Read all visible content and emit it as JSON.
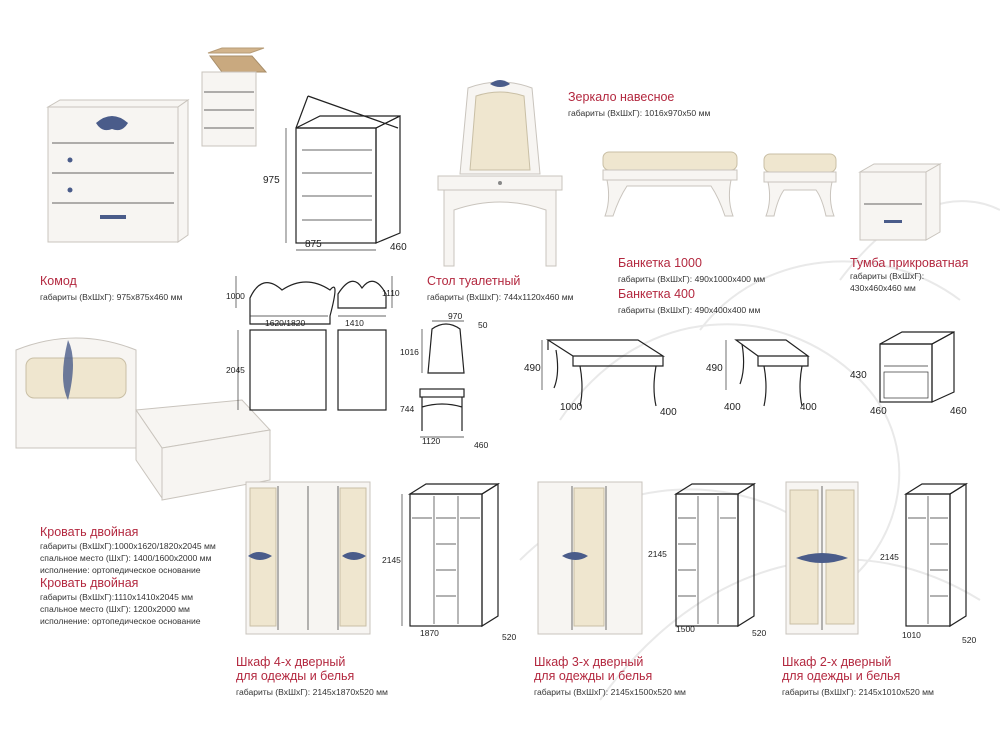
{
  "colors": {
    "title": "#b3283f",
    "text": "#333333",
    "furniture": "#f7f5f2",
    "ornament": "#4a5c8a"
  },
  "items": {
    "komod": {
      "title": "Комод",
      "spec": "габариты (ВхШхГ): 975х875х460 мм"
    },
    "mirror": {
      "title": "Зеркало навесное",
      "spec": "габариты (ВхШхГ): 1016х970х50 мм"
    },
    "table": {
      "title": "Стол туалетный",
      "spec": "габариты (ВхШхГ): 744х1120х460 мм"
    },
    "bench1000": {
      "title": "Банкетка 1000",
      "spec": "габариты (ВхШхГ): 490х1000х400 мм"
    },
    "bench400": {
      "title": "Банкетка 400",
      "spec": "габариты (ВхШхГ): 490х400х400 мм"
    },
    "tumba": {
      "title": "Тумба прикроватная",
      "spec1": "габариты (ВхШхГ):",
      "spec2": "430х460х460 мм"
    },
    "bed1": {
      "title": "Кровать двойная",
      "spec1": "габариты (ВхШхГ):1000х1620/1820х2045 мм",
      "spec2": "спальное место (ШхГ): 1400/1600х2000 мм",
      "spec3": "исполнение: ортопедическое основание"
    },
    "bed2": {
      "title": "Кровать двойная",
      "spec1": "габариты (ВхШхГ):1110х1410х2045 мм",
      "spec2": "спальное место (ШхГ): 1200х2000 мм",
      "spec3": "исполнение: ортопедическое основание"
    },
    "wardrobe4": {
      "title1": "Шкаф 4-х дверный",
      "title2": "для одежды и белья",
      "spec": "габариты (ВхШхГ): 2145х1870х520 мм"
    },
    "wardrobe3": {
      "title1": "Шкаф 3-х дверный",
      "title2": "для одежды и белья",
      "spec": "габариты (ВхШхГ): 2145х1500х520 мм"
    },
    "wardrobe2": {
      "title1": "Шкаф 2-х дверный",
      "title2": "для одежды и белья",
      "spec": "габариты (ВхШхГ): 2145х1010х520 мм"
    }
  },
  "dims": {
    "komod_h": "975",
    "komod_w": "875",
    "komod_d": "460",
    "bed_h1": "1000",
    "bed_h2": "1110",
    "bed_w1": "1620/1820",
    "bed_w2": "1410",
    "bed_l": "2045",
    "mirror_w": "970",
    "mirror_d": "50",
    "mirror_h": "1016",
    "table_h": "744",
    "table_w": "1120",
    "table_d": "460",
    "b1000_h": "490",
    "b1000_w": "1000",
    "b1000_d": "400",
    "b400_h": "490",
    "b400_w": "400",
    "b400_d": "400",
    "tumba_h": "430",
    "tumba_w": "460",
    "tumba_d": "460",
    "w4_h": "2145",
    "w4_w": "1870",
    "w4_d": "520",
    "w3_h": "2145",
    "w3_w": "1500",
    "w3_d": "520",
    "w2_h": "2145",
    "w2_w": "1010",
    "w2_d": "520"
  }
}
